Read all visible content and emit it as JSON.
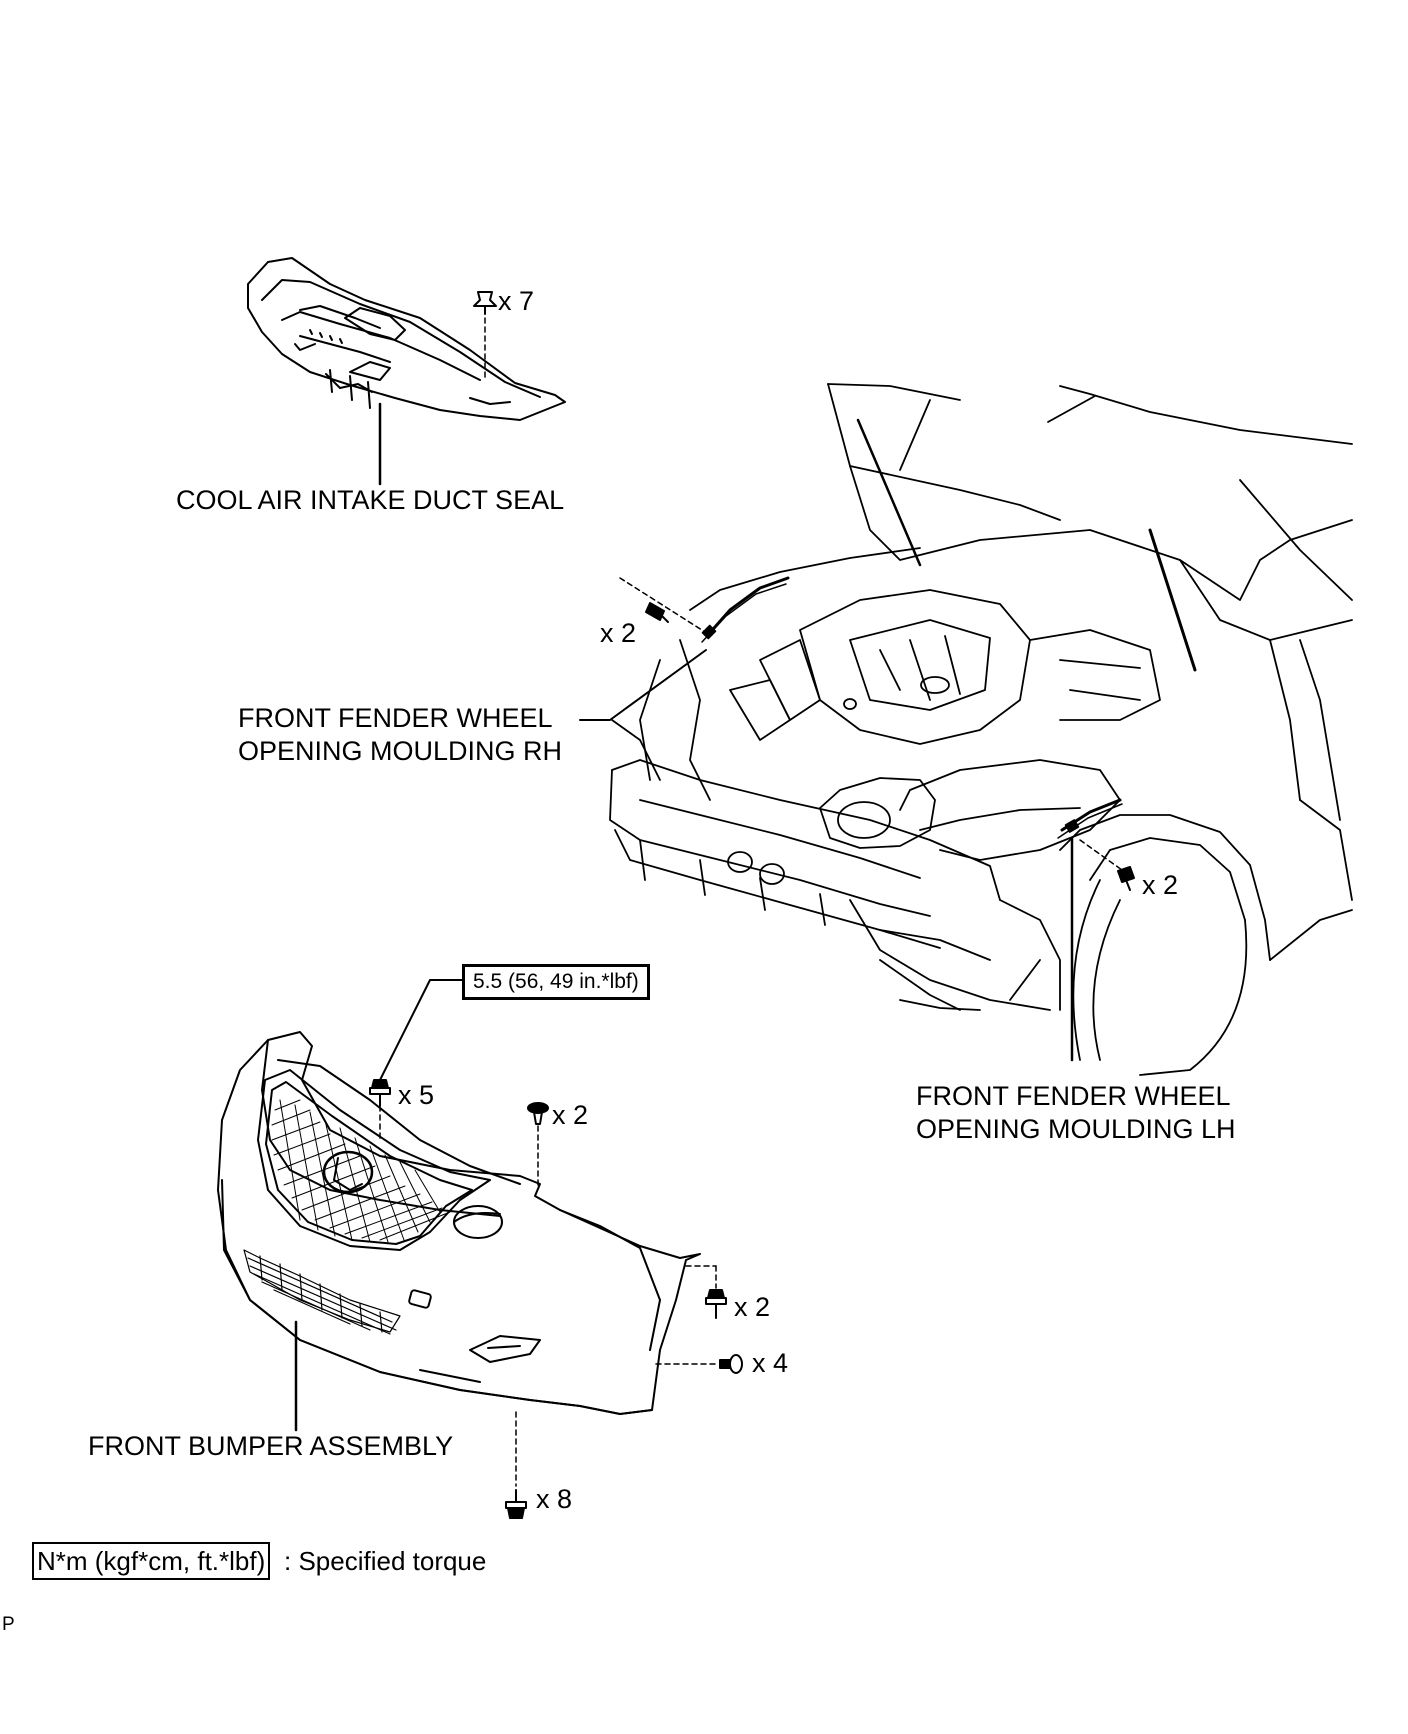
{
  "labels": {
    "cool_air_duct_seal": "COOL AIR INTAKE DUCT SEAL",
    "fender_rh_line1": "FRONT FENDER WHEEL",
    "fender_rh_line2": "OPENING MOULDING RH",
    "fender_lh_line1": "FRONT FENDER WHEEL",
    "fender_lh_line2": "OPENING MOULDING LH",
    "front_bumper": "FRONT BUMPER ASSEMBLY"
  },
  "quantities": {
    "duct_clips": "x 7",
    "rh_screws": "x 2",
    "lh_screws": "x 2",
    "bumper_top_bolts": "x 5",
    "bumper_top_clips": "x 2",
    "bumper_side_bolts": "x 2",
    "bumper_side_clips": "x 4",
    "bumper_bottom_bolts": "x 8"
  },
  "torque": {
    "value": "5.5 (56, 49 in.*lbf)"
  },
  "legend": {
    "unit_box": "N*m (kgf*cm, ft.*lbf)",
    "description": ": Specified torque"
  },
  "corner_mark": "P"
}
